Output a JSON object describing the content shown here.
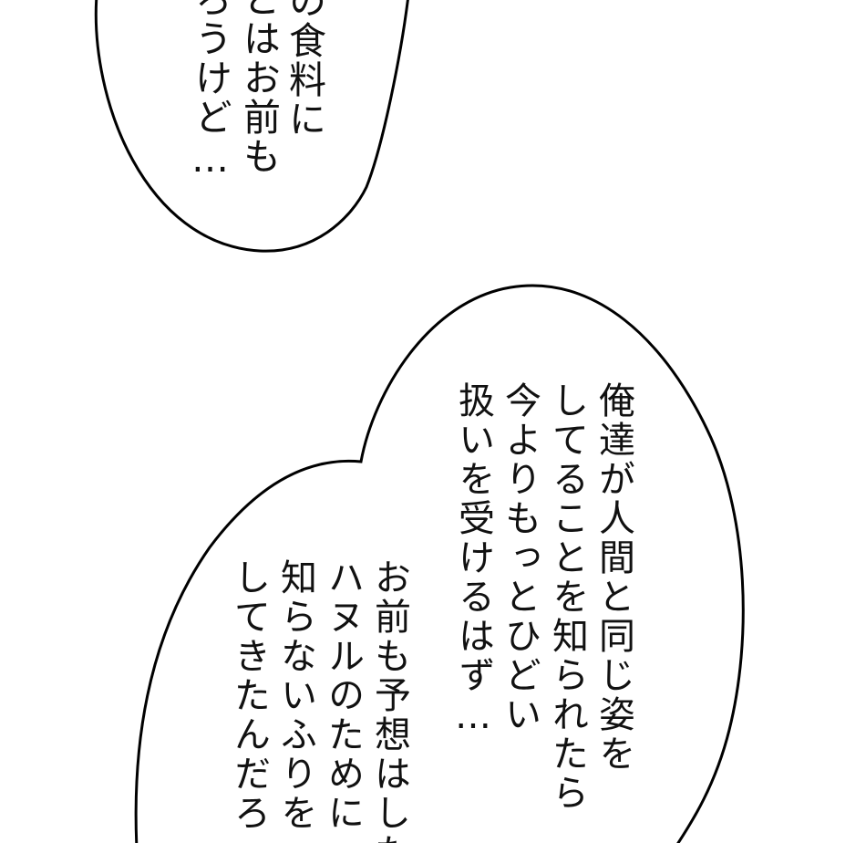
{
  "colors": {
    "background": "#ffffff",
    "outline": "#000000",
    "text": "#111111"
  },
  "bubbles": [
    {
      "lines": [
        "の食料に",
        "とはお前も",
        "ろうけど…"
      ]
    },
    {
      "lines": [
        "俺達が人間と同じ姿を",
        "してることを知られたら",
        "今よりもっとひどい",
        "扱いを受けるはず…",
        "お前も予想はした",
        "ハヌルのために",
        "知らないふりを",
        "してきたんだろ"
      ]
    }
  ]
}
